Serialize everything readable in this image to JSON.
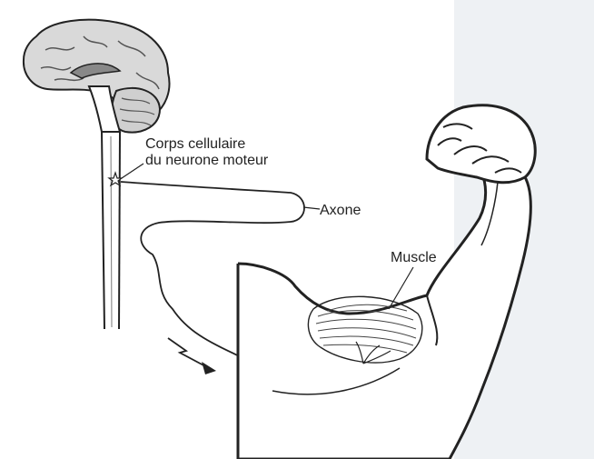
{
  "labels": {
    "cell_body_line1": "Corps cellulaire",
    "cell_body_line2": "du neurone moteur",
    "axon": "Axone",
    "muscle": "Muscle"
  },
  "colors": {
    "ink": "#222222",
    "brain_fill": "#d9d9d9",
    "background_tint": "#eef1f4"
  }
}
